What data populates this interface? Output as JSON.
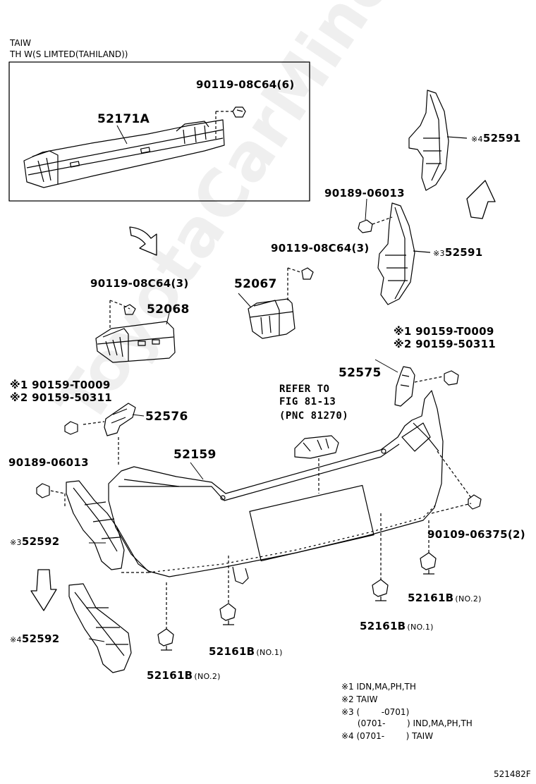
{
  "header": {
    "line1": "TAIW",
    "line2": "TH W(S LIMTED(TAHILAND))"
  },
  "watermark": "ToyotaCarMinoru",
  "drawing_number": "521482F",
  "parts": {
    "p52171a": "52171A",
    "p90119_6": "90119-08C64(6)",
    "p90119_3_left": "90119-08C64(3)",
    "p90119_3_right": "90119-08C64(3)",
    "p52068": "52068",
    "p52067": "52067",
    "p90189_top": "90189-06013",
    "p90189_left": "90189-06013",
    "p52591_4": "52591",
    "p52591_3": "52591",
    "p52591_4_mark": "※4",
    "p52591_3_mark": "※3",
    "p90159_t_right": "※1 90159-T0009",
    "p90159_5_right": "※2 90159-50311",
    "p90159_t_left": "※1 90159-T0009",
    "p90159_5_left": "※2 90159-50311",
    "p52575": "52575",
    "p52576": "52576",
    "p52159": "52159",
    "p52592_3": "52592",
    "p52592_4": "52592",
    "p52592_3_mark": "※3",
    "p52592_4_mark": "※4",
    "p90109": "90109-06375(2)",
    "p52161b": "52161B",
    "no1": "(NO.1)",
    "no2": "(NO.2)"
  },
  "refer": {
    "line1": "REFER TO",
    "line2": "FIG 81-13",
    "line3": "(PNC 81270)"
  },
  "notes": [
    "※1 IDN,MA,PH,TH",
    "※2 TAIW",
    "※3 (        -0701)",
    "      (0701-        ) IND,MA,PH,TH",
    "※4 (0701-        ) TAIW"
  ]
}
